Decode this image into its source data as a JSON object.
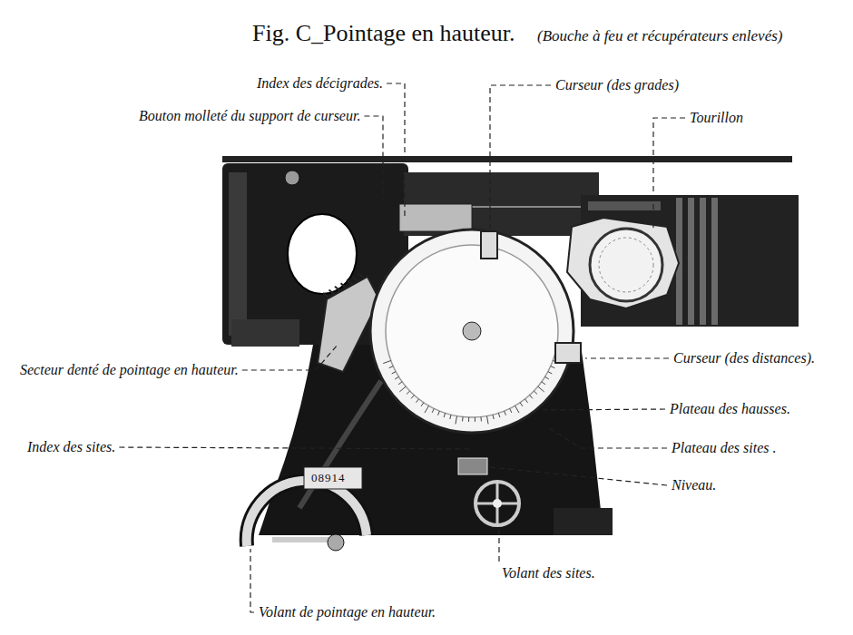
{
  "diagram": {
    "title": "Fig. C_Pointage en hauteur.",
    "labels": [
      "(Bouche à feu et récupérateurs enlevés)",
      "Index des décigrades.",
      "Curseur (des grades)",
      "Bouton molleté du support de curseur.",
      "Tourillon",
      "Secteur denté de pointage en hauteur.",
      "Curseur (des distances).",
      "Plateau des hausses.",
      "Index des sites.",
      "Plateau des sites .",
      "Niveau.",
      "08914",
      "Volant des sites.",
      "Volant de pointage en hauteur."
    ]
  }
}
